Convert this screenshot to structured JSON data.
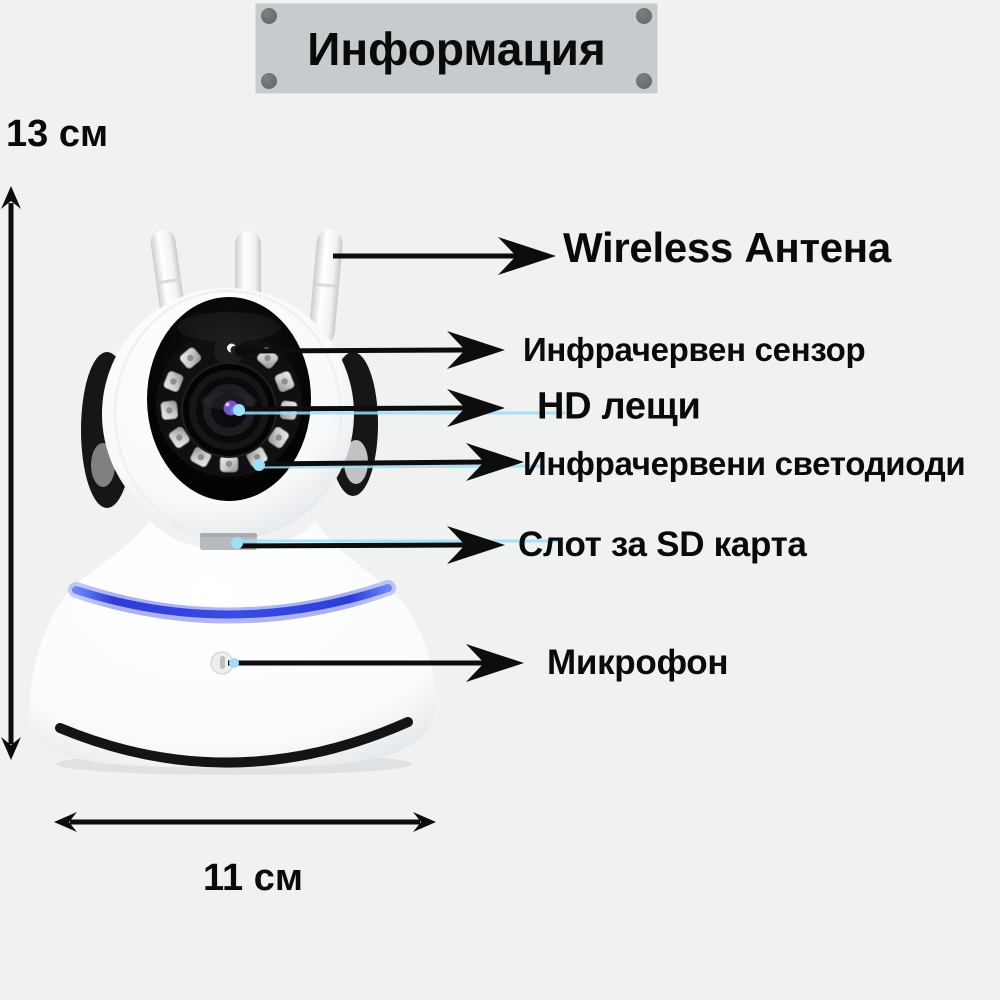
{
  "banner": {
    "title": "Информация"
  },
  "dimensions": {
    "height_label": "13 см",
    "width_label": "11 см"
  },
  "labels": {
    "antenna": "Wireless Антена",
    "ir_sensor": "Инфрачервен сензор",
    "hd_lens": "HD лещи",
    "ir_leds": "Инфрачервени светодиоди",
    "sd_slot": "Слот за SD карта",
    "microphone": "Микрофон"
  },
  "icons": {
    "screws": "screw-icon",
    "arrows": "arrow-right-icon",
    "height_measure": "vertical-double-arrow-icon",
    "width_measure": "horizontal-double-arrow-icon"
  },
  "colors": {
    "background": "#f0f1f1",
    "banner_bg": "#c6cbce",
    "screw": "#696b6d",
    "text": "#0a0a0a",
    "accent_blue": "#3646dd",
    "leader_cyan": "#9edef6",
    "camera_body": "#fbfcfd",
    "camera_face": "#0a0a0a"
  }
}
